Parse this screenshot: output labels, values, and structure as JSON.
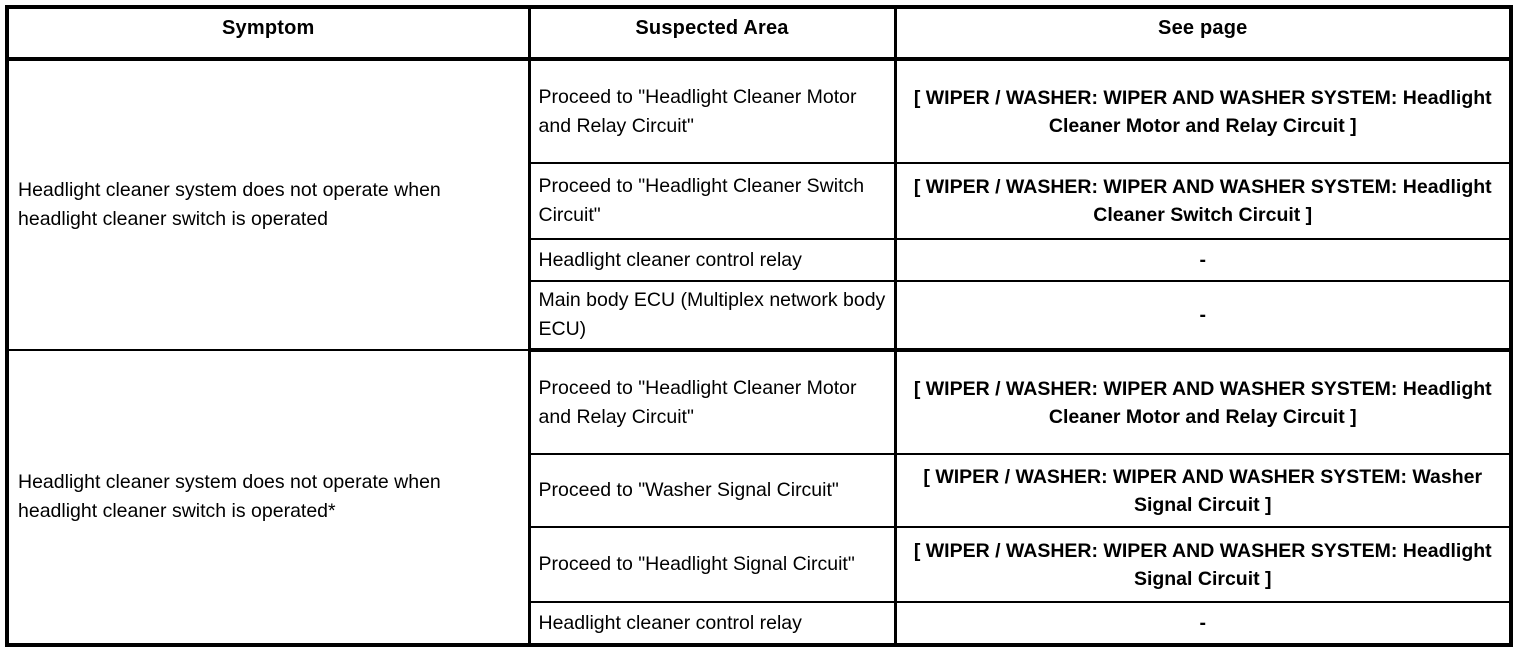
{
  "table": {
    "headers": {
      "symptom": "Symptom",
      "suspected_area": "Suspected Area",
      "see_page": "See page"
    },
    "groups": [
      {
        "symptom": "Headlight cleaner system does not operate when headlight cleaner switch is operated",
        "rows": [
          {
            "suspected_area": "Proceed to \"Headlight Cleaner Motor and Relay Circuit\"",
            "see_page": "[ WIPER / WASHER: WIPER AND WASHER SYSTEM: Headlight Cleaner Motor and Relay Circuit ]"
          },
          {
            "suspected_area": "Proceed to \"Headlight Cleaner Switch Circuit\"",
            "see_page": "[ WIPER / WASHER: WIPER AND WASHER SYSTEM: Headlight Cleaner Switch Circuit ]"
          },
          {
            "suspected_area": "Headlight cleaner control relay",
            "see_page": "-"
          },
          {
            "suspected_area": "Main body ECU (Multiplex network body ECU)",
            "see_page": "-"
          }
        ]
      },
      {
        "symptom": "Headlight cleaner system does not operate when headlight cleaner switch is operated*",
        "rows": [
          {
            "suspected_area": "Proceed to \"Headlight Cleaner Motor and Relay Circuit\"",
            "see_page": "[ WIPER / WASHER: WIPER AND WASHER SYSTEM: Headlight Cleaner Motor and Relay Circuit ]"
          },
          {
            "suspected_area": "Proceed to \"Washer Signal Circuit\"",
            "see_page": "[ WIPER / WASHER: WIPER AND WASHER SYSTEM: Washer Signal Circuit ]"
          },
          {
            "suspected_area": "Proceed to \"Headlight Signal Circuit\"",
            "see_page": "[ WIPER / WASHER: WIPER AND WASHER SYSTEM: Headlight Signal Circuit ]"
          },
          {
            "suspected_area": "Headlight cleaner control relay",
            "see_page": "-"
          }
        ]
      }
    ]
  },
  "colors": {
    "border": "#000000",
    "text": "#000000",
    "background": "#ffffff"
  }
}
